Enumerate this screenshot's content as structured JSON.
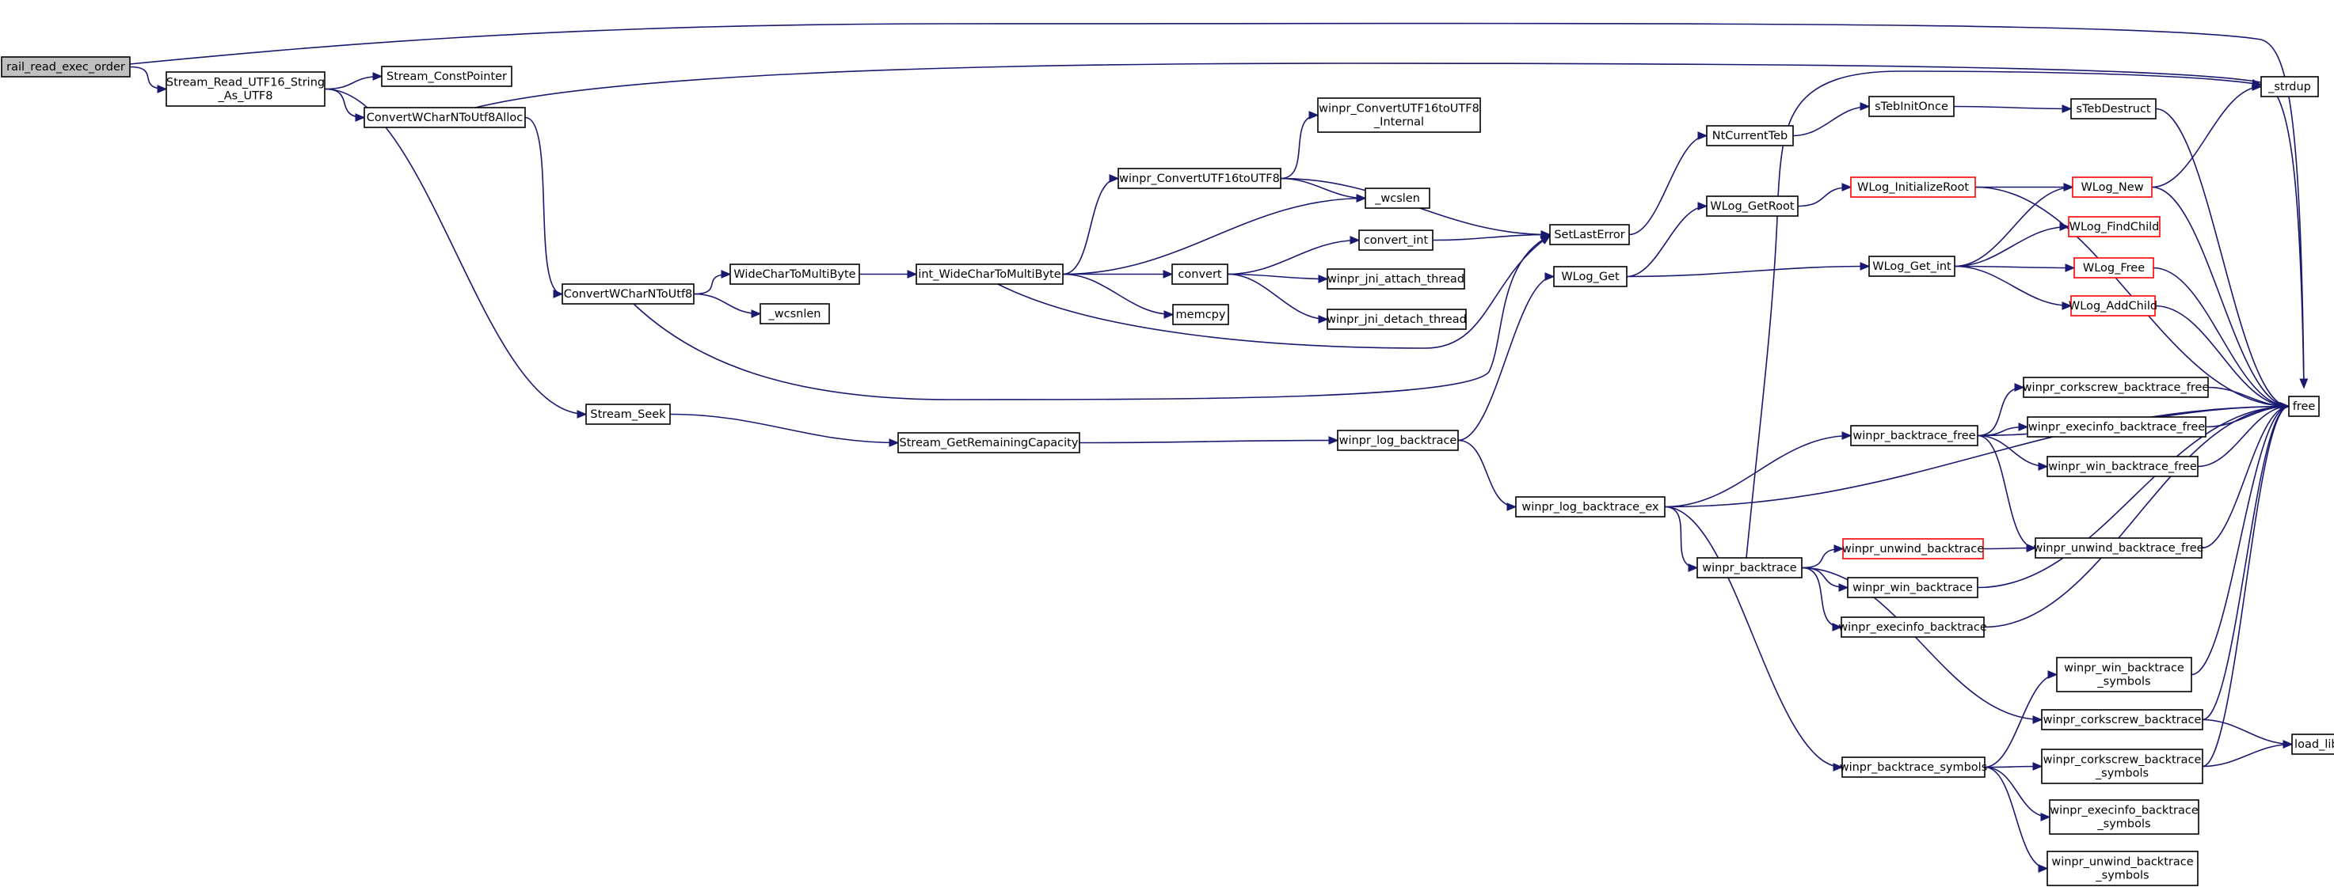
{
  "graph": {
    "colors": {
      "edge": "#191970",
      "node_border": "#000000",
      "node_border_truncated": "#ff0000",
      "root_fill": "#bfbfbf"
    },
    "nodes": [
      {
        "id": "rail_read_exec_order",
        "lines": [
          "rail_read_exec_order"
        ],
        "root": true
      },
      {
        "id": "Stream_Read_UTF16_String_As_UTF8",
        "lines": [
          "Stream_Read_UTF16_String",
          "_As_UTF8"
        ]
      },
      {
        "id": "Stream_ConstPointer",
        "lines": [
          "Stream_ConstPointer"
        ]
      },
      {
        "id": "ConvertWCharNToUtf8Alloc",
        "lines": [
          "ConvertWCharNToUtf8Alloc"
        ]
      },
      {
        "id": "ConvertWCharNToUtf8",
        "lines": [
          "ConvertWCharNToUtf8"
        ]
      },
      {
        "id": "Stream_Seek",
        "lines": [
          "Stream_Seek"
        ]
      },
      {
        "id": "WideCharToMultiByte",
        "lines": [
          "WideCharToMultiByte"
        ]
      },
      {
        "id": "_wcsnlen",
        "lines": [
          "_wcsnlen"
        ]
      },
      {
        "id": "int_WideCharToMultiByte",
        "lines": [
          "int_WideCharToMultiByte"
        ]
      },
      {
        "id": "Stream_GetRemainingCapacity",
        "lines": [
          "Stream_GetRemainingCapacity"
        ]
      },
      {
        "id": "winpr_ConvertUTF16toUTF8",
        "lines": [
          "winpr_ConvertUTF16toUTF8"
        ]
      },
      {
        "id": "winpr_ConvertUTF16toUTF8_Internal",
        "lines": [
          "winpr_ConvertUTF16toUTF8",
          "_Internal"
        ]
      },
      {
        "id": "_wcslen",
        "lines": [
          "_wcslen"
        ]
      },
      {
        "id": "convert",
        "lines": [
          "convert"
        ]
      },
      {
        "id": "memcpy",
        "lines": [
          "memcpy"
        ]
      },
      {
        "id": "convert_int",
        "lines": [
          "convert_int"
        ]
      },
      {
        "id": "winpr_jni_attach_thread",
        "lines": [
          "winpr_jni_attach_thread"
        ]
      },
      {
        "id": "winpr_jni_detach_thread",
        "lines": [
          "winpr_jni_detach_thread"
        ]
      },
      {
        "id": "winpr_log_backtrace",
        "lines": [
          "winpr_log_backtrace"
        ]
      },
      {
        "id": "SetLastError",
        "lines": [
          "SetLastError"
        ]
      },
      {
        "id": "WLog_Get",
        "lines": [
          "WLog_Get"
        ]
      },
      {
        "id": "winpr_log_backtrace_ex",
        "lines": [
          "winpr_log_backtrace_ex"
        ]
      },
      {
        "id": "NtCurrentTeb",
        "lines": [
          "NtCurrentTeb"
        ]
      },
      {
        "id": "WLog_GetRoot",
        "lines": [
          "WLog_GetRoot"
        ]
      },
      {
        "id": "winpr_backtrace",
        "lines": [
          "winpr_backtrace"
        ]
      },
      {
        "id": "sTebInitOnce",
        "lines": [
          "sTebInitOnce"
        ]
      },
      {
        "id": "WLog_InitializeRoot",
        "lines": [
          "WLog_InitializeRoot"
        ],
        "truncated": true
      },
      {
        "id": "WLog_Get_int",
        "lines": [
          "WLog_Get_int"
        ]
      },
      {
        "id": "winpr_backtrace_free",
        "lines": [
          "winpr_backtrace_free"
        ]
      },
      {
        "id": "winpr_unwind_backtrace",
        "lines": [
          "winpr_unwind_backtrace"
        ],
        "truncated": true
      },
      {
        "id": "winpr_win_backtrace",
        "lines": [
          "winpr_win_backtrace"
        ]
      },
      {
        "id": "winpr_execinfo_backtrace",
        "lines": [
          "winpr_execinfo_backtrace"
        ]
      },
      {
        "id": "winpr_backtrace_symbols",
        "lines": [
          "winpr_backtrace_symbols"
        ]
      },
      {
        "id": "sTebDestruct",
        "lines": [
          "sTebDestruct"
        ]
      },
      {
        "id": "WLog_New",
        "lines": [
          "WLog_New"
        ],
        "truncated": true
      },
      {
        "id": "WLog_FindChild",
        "lines": [
          "WLog_FindChild"
        ],
        "truncated": true
      },
      {
        "id": "WLog_Free",
        "lines": [
          "WLog_Free"
        ],
        "truncated": true
      },
      {
        "id": "WLog_AddChild",
        "lines": [
          "WLog_AddChild"
        ],
        "truncated": true
      },
      {
        "id": "winpr_corkscrew_backtrace_free",
        "lines": [
          "winpr_corkscrew_backtrace_free"
        ]
      },
      {
        "id": "winpr_execinfo_backtrace_free",
        "lines": [
          "winpr_execinfo_backtrace_free"
        ]
      },
      {
        "id": "winpr_win_backtrace_free",
        "lines": [
          "winpr_win_backtrace_free"
        ]
      },
      {
        "id": "winpr_unwind_backtrace_free",
        "lines": [
          "winpr_unwind_backtrace_free"
        ]
      },
      {
        "id": "winpr_win_backtrace_symbols",
        "lines": [
          "winpr_win_backtrace",
          "_symbols"
        ]
      },
      {
        "id": "winpr_corkscrew_backtrace",
        "lines": [
          "winpr_corkscrew_backtrace"
        ]
      },
      {
        "id": "winpr_corkscrew_backtrace_symbols",
        "lines": [
          "winpr_corkscrew_backtrace",
          "_symbols"
        ]
      },
      {
        "id": "winpr_execinfo_backtrace_symbols",
        "lines": [
          "winpr_execinfo_backtrace",
          "_symbols"
        ]
      },
      {
        "id": "winpr_unwind_backtrace_symbols",
        "lines": [
          "winpr_unwind_backtrace",
          "_symbols"
        ]
      },
      {
        "id": "_strdup",
        "lines": [
          "_strdup"
        ]
      },
      {
        "id": "free",
        "lines": [
          "free"
        ]
      },
      {
        "id": "load_library",
        "lines": [
          "load_library"
        ]
      }
    ],
    "edges": [
      [
        "rail_read_exec_order",
        "Stream_Read_UTF16_String_As_UTF8"
      ],
      [
        "rail_read_exec_order",
        "free"
      ],
      [
        "Stream_Read_UTF16_String_As_UTF8",
        "Stream_ConstPointer"
      ],
      [
        "Stream_Read_UTF16_String_As_UTF8",
        "ConvertWCharNToUtf8Alloc"
      ],
      [
        "Stream_Read_UTF16_String_As_UTF8",
        "Stream_Seek"
      ],
      [
        "ConvertWCharNToUtf8Alloc",
        "ConvertWCharNToUtf8"
      ],
      [
        "ConvertWCharNToUtf8Alloc",
        "free"
      ],
      [
        "ConvertWCharNToUtf8",
        "WideCharToMultiByte"
      ],
      [
        "ConvertWCharNToUtf8",
        "_wcsnlen"
      ],
      [
        "ConvertWCharNToUtf8",
        "SetLastError"
      ],
      [
        "WideCharToMultiByte",
        "int_WideCharToMultiByte"
      ],
      [
        "int_WideCharToMultiByte",
        "winpr_ConvertUTF16toUTF8"
      ],
      [
        "int_WideCharToMultiByte",
        "_wcslen"
      ],
      [
        "int_WideCharToMultiByte",
        "convert"
      ],
      [
        "int_WideCharToMultiByte",
        "memcpy"
      ],
      [
        "int_WideCharToMultiByte",
        "SetLastError"
      ],
      [
        "winpr_ConvertUTF16toUTF8",
        "winpr_ConvertUTF16toUTF8_Internal"
      ],
      [
        "winpr_ConvertUTF16toUTF8",
        "_wcslen"
      ],
      [
        "winpr_ConvertUTF16toUTF8",
        "SetLastError"
      ],
      [
        "convert",
        "convert_int"
      ],
      [
        "convert",
        "winpr_jni_attach_thread"
      ],
      [
        "convert",
        "winpr_jni_detach_thread"
      ],
      [
        "convert_int",
        "SetLastError"
      ],
      [
        "Stream_Seek",
        "Stream_GetRemainingCapacity"
      ],
      [
        "Stream_GetRemainingCapacity",
        "winpr_log_backtrace"
      ],
      [
        "winpr_log_backtrace",
        "WLog_Get"
      ],
      [
        "winpr_log_backtrace",
        "winpr_log_backtrace_ex"
      ],
      [
        "SetLastError",
        "NtCurrentTeb"
      ],
      [
        "NtCurrentTeb",
        "sTebInitOnce"
      ],
      [
        "sTebInitOnce",
        "sTebDestruct"
      ],
      [
        "sTebDestruct",
        "free"
      ],
      [
        "WLog_Get",
        "WLog_GetRoot"
      ],
      [
        "WLog_Get",
        "WLog_Get_int"
      ],
      [
        "WLog_GetRoot",
        "WLog_InitializeRoot"
      ],
      [
        "WLog_InitializeRoot",
        "WLog_New"
      ],
      [
        "WLog_InitializeRoot",
        "free"
      ],
      [
        "WLog_Get_int",
        "WLog_New"
      ],
      [
        "WLog_Get_int",
        "WLog_FindChild"
      ],
      [
        "WLog_Get_int",
        "WLog_Free"
      ],
      [
        "WLog_Get_int",
        "WLog_AddChild"
      ],
      [
        "WLog_New",
        "_strdup"
      ],
      [
        "WLog_New",
        "free"
      ],
      [
        "WLog_Free",
        "free"
      ],
      [
        "WLog_AddChild",
        "free"
      ],
      [
        "winpr_log_backtrace_ex",
        "winpr_backtrace_free"
      ],
      [
        "winpr_log_backtrace_ex",
        "free"
      ],
      [
        "winpr_log_backtrace_ex",
        "winpr_backtrace"
      ],
      [
        "winpr_log_backtrace_ex",
        "winpr_backtrace_symbols"
      ],
      [
        "winpr_backtrace",
        "_strdup"
      ],
      [
        "winpr_backtrace",
        "winpr_unwind_backtrace"
      ],
      [
        "winpr_backtrace",
        "winpr_win_backtrace"
      ],
      [
        "winpr_backtrace",
        "winpr_execinfo_backtrace"
      ],
      [
        "winpr_backtrace",
        "winpr_corkscrew_backtrace"
      ],
      [
        "winpr_backtrace_free",
        "free"
      ],
      [
        "winpr_backtrace_free",
        "winpr_corkscrew_backtrace_free"
      ],
      [
        "winpr_backtrace_free",
        "winpr_execinfo_backtrace_free"
      ],
      [
        "winpr_backtrace_free",
        "winpr_win_backtrace_free"
      ],
      [
        "winpr_backtrace_free",
        "winpr_unwind_backtrace_free"
      ],
      [
        "winpr_corkscrew_backtrace_free",
        "free"
      ],
      [
        "winpr_execinfo_backtrace_free",
        "free"
      ],
      [
        "winpr_win_backtrace_free",
        "free"
      ],
      [
        "winpr_unwind_backtrace",
        "winpr_unwind_backtrace_free"
      ],
      [
        "winpr_unwind_backtrace_free",
        "free"
      ],
      [
        "winpr_win_backtrace",
        "free"
      ],
      [
        "winpr_execinfo_backtrace",
        "free"
      ],
      [
        "winpr_corkscrew_backtrace",
        "free"
      ],
      [
        "winpr_corkscrew_backtrace",
        "load_library"
      ],
      [
        "winpr_backtrace_symbols",
        "winpr_win_backtrace_symbols"
      ],
      [
        "winpr_backtrace_symbols",
        "winpr_corkscrew_backtrace_symbols"
      ],
      [
        "winpr_backtrace_symbols",
        "winpr_execinfo_backtrace_symbols"
      ],
      [
        "winpr_backtrace_symbols",
        "winpr_unwind_backtrace_symbols"
      ],
      [
        "winpr_win_backtrace_symbols",
        "free"
      ],
      [
        "winpr_corkscrew_backtrace_symbols",
        "free"
      ],
      [
        "winpr_corkscrew_backtrace_symbols",
        "load_library"
      ]
    ]
  }
}
